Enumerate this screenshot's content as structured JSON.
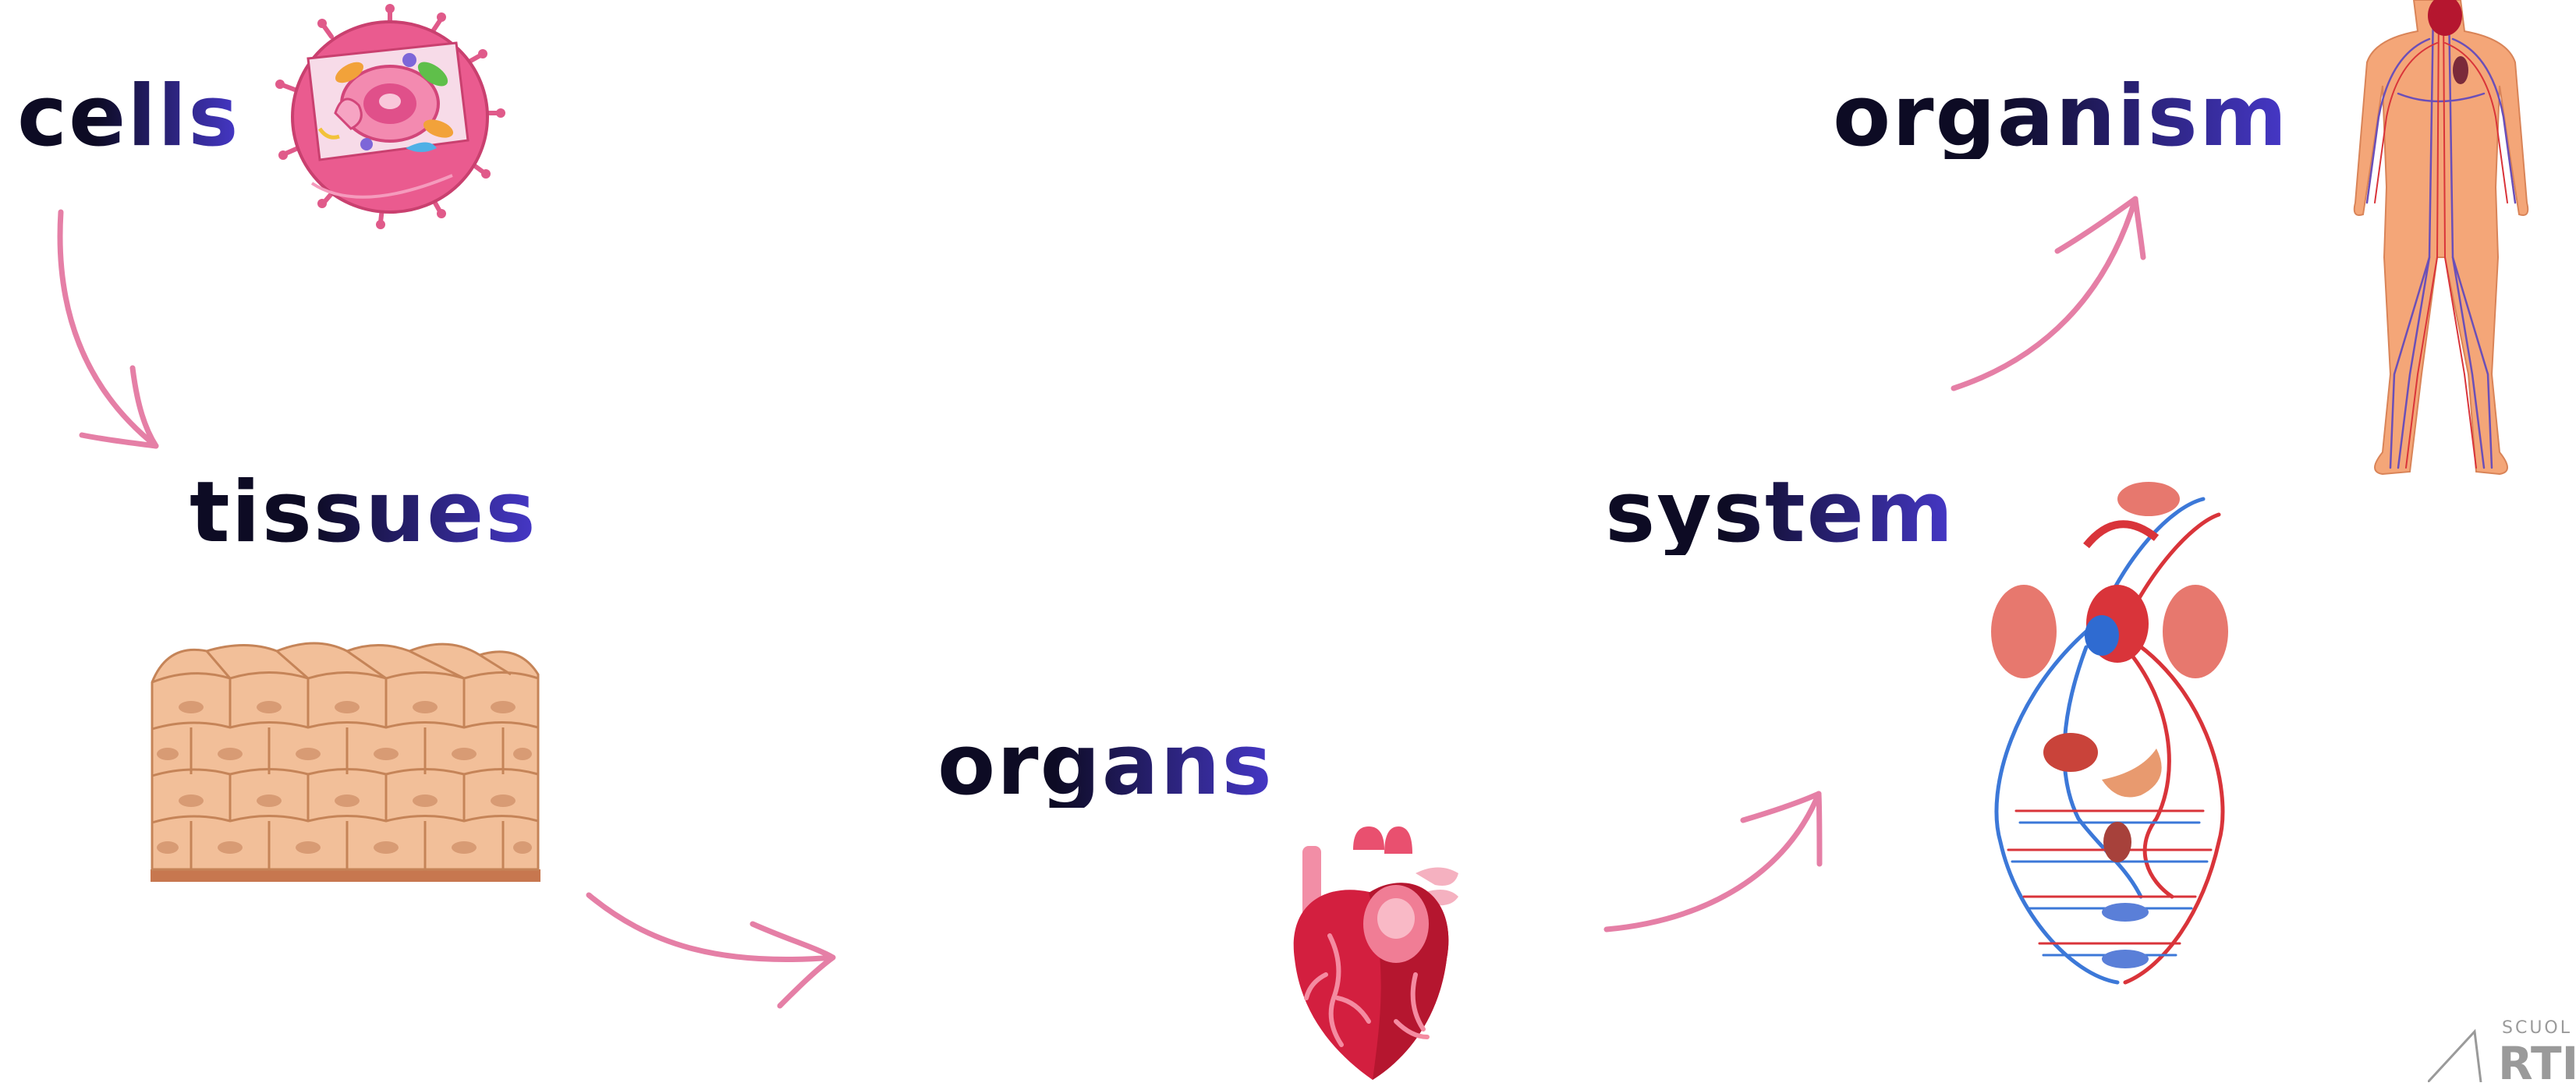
{
  "diagram": {
    "title": "",
    "gradient": {
      "start": "#0d0b24",
      "end": "#4638c8"
    },
    "arrow_color": "#e57fa6",
    "stages": [
      {
        "id": "cells",
        "label": "cells",
        "icon": "animal-cell-icon"
      },
      {
        "id": "tissues",
        "label": "tissues",
        "icon": "epithelial-tissue-icon"
      },
      {
        "id": "organs",
        "label": "organs",
        "icon": "heart-icon"
      },
      {
        "id": "system",
        "label": "system",
        "icon": "circulatory-system-icon"
      },
      {
        "id": "organism",
        "label": "organism",
        "icon": "human-body-icon"
      }
    ],
    "connections": [
      {
        "from": "cells",
        "to": "tissues"
      },
      {
        "from": "tissues",
        "to": "organs"
      },
      {
        "from": "organs",
        "to": "system"
      },
      {
        "from": "system",
        "to": "organism"
      }
    ]
  },
  "watermark": {
    "line1": "SCUOL",
    "line2": "RTIC"
  }
}
